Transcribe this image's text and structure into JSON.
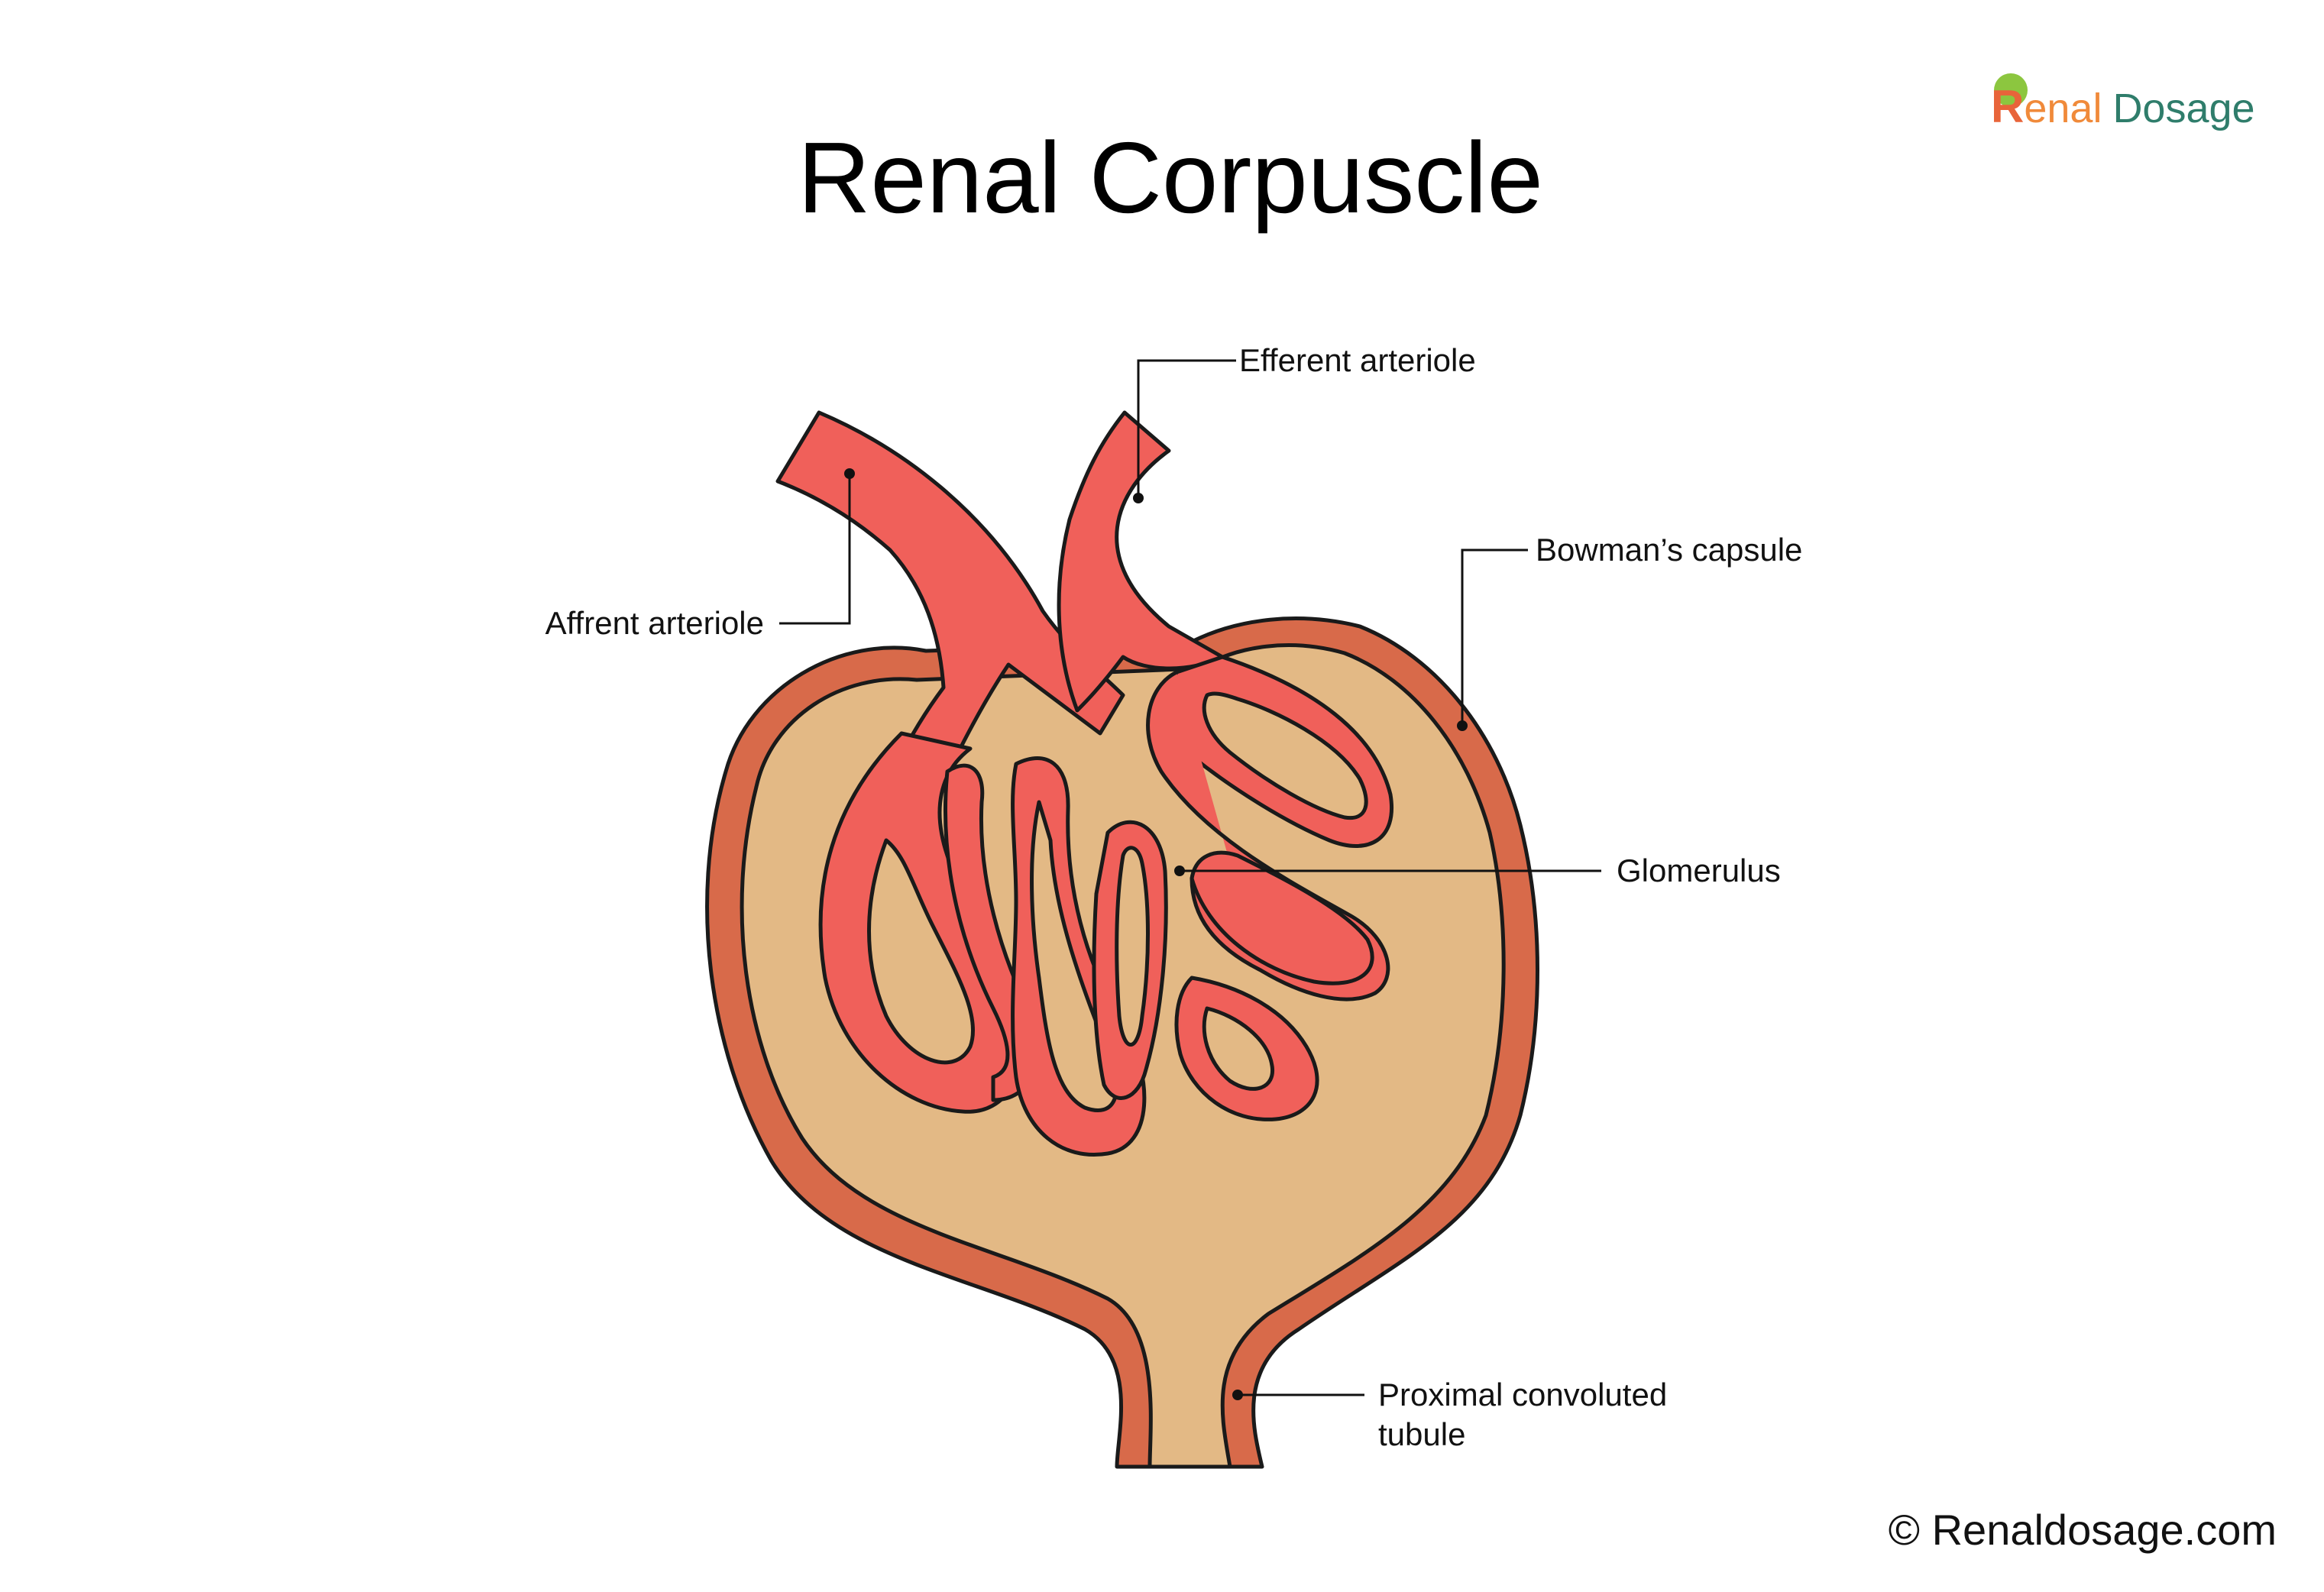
{
  "title": "Renal Corpuscle",
  "logo": {
    "initial": "R",
    "word1": "enal",
    "word2": "Dosage",
    "colors": {
      "initial": "#e8643a",
      "word1": "#f08a3a",
      "word2": "#2f7d6b"
    }
  },
  "copyright": "© Renaldosage.com",
  "labels": {
    "efferent": "Efferent arteriole",
    "afferent": "Affrent arteriole",
    "bowman": "Bowman’s capsule",
    "glomerulus": "Glomerulus",
    "pct_line1": "Proximal convoluted",
    "pct_line2": "tubule"
  },
  "colors": {
    "capsule_wall": "#d86a4a",
    "capsule_space": "#e3b985",
    "vessel": "#f0605a",
    "outline": "#1a1a1a"
  }
}
